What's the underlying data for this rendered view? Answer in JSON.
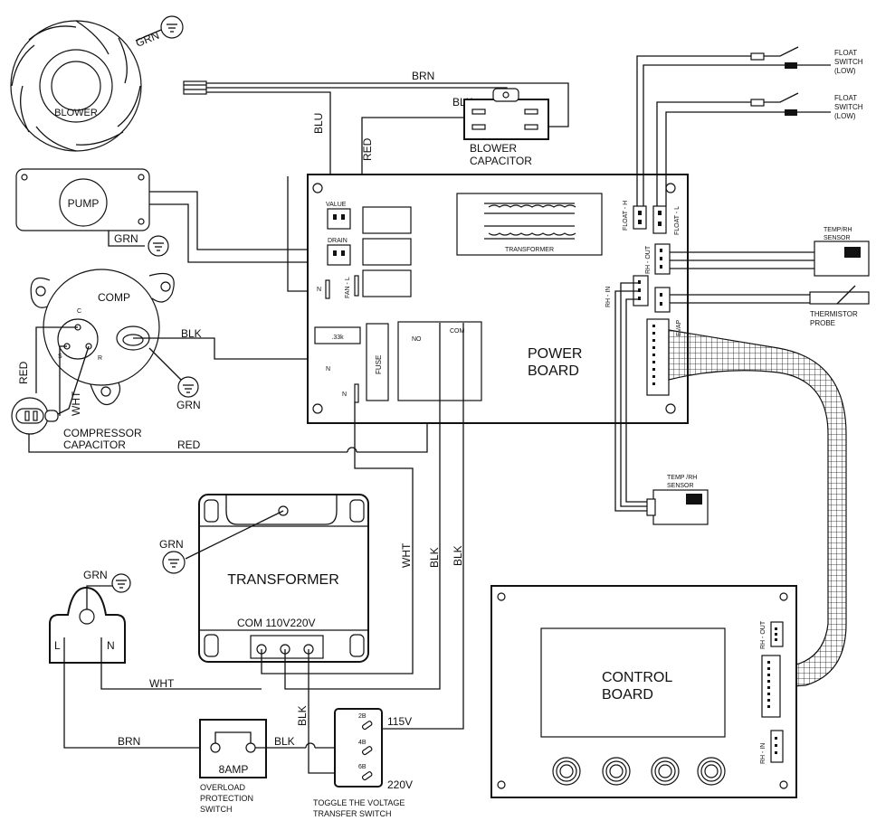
{
  "labels": {
    "blower": "BLOWER",
    "blower_capacitor_l1": "BLOWER",
    "blower_capacitor_l2": "CAPACITOR",
    "pump": "PUMP",
    "comp": "COMP",
    "comp_c": "C",
    "comp_s": "S",
    "comp_r": "R",
    "compressor_capacitor_l1": "COMPRESSOR",
    "compressor_capacitor_l2": "CAPACITOR",
    "power_board_l1": "POWER",
    "power_board_l2": "BOARD",
    "control_board_l1": "CONTROL",
    "control_board_l2": "BOARD",
    "transformer_main": "TRANSFORMER",
    "transformer_board": "TRANSFORMER",
    "transformer_terminals": "COM 110V220V",
    "value": "VALUE",
    "drain": "DRAIN",
    "fan_l": "FAN - L",
    "n": "N",
    "resistor": ".33k",
    "fuse": "FUSE",
    "relay_no": "NO",
    "relay_com": "COM",
    "float_h": "FLOAT - H",
    "float_l": "FLOAT - L",
    "rh_out": "RH - OUT",
    "rh_in": "RH - IN",
    "evap": "EVAP",
    "float_switch_l1": "FLOAT",
    "float_switch_l2": "SWITCH",
    "float_switch_l3": "(LOW)",
    "temp_rh_l1": "TEMP/RH",
    "temp_rh_l2": "SENSOR",
    "temp_rh2_l1": "TEMP /RH",
    "thermistor_l1": "THERMISTOR",
    "thermistor_l2": "PROBE",
    "plug_l": "L",
    "plug_n": "N",
    "overload_rating": "8AMP",
    "overload_l1": "OVERLOAD",
    "overload_l2": "PROTECTION",
    "overload_l3": "SWITCH",
    "toggle_l1": "TOGGLE THE VOLTAGE",
    "toggle_l2": "TRANSFER SWITCH",
    "toggle_2b": "2B",
    "toggle_4b": "4B",
    "toggle_6b": "6B",
    "v115": "115V",
    "v220": "220V"
  },
  "wires": {
    "grn": "GRN",
    "brn": "BRN",
    "blk": "BLK",
    "blu": "BLU",
    "red": "RED",
    "wht": "WHT"
  }
}
